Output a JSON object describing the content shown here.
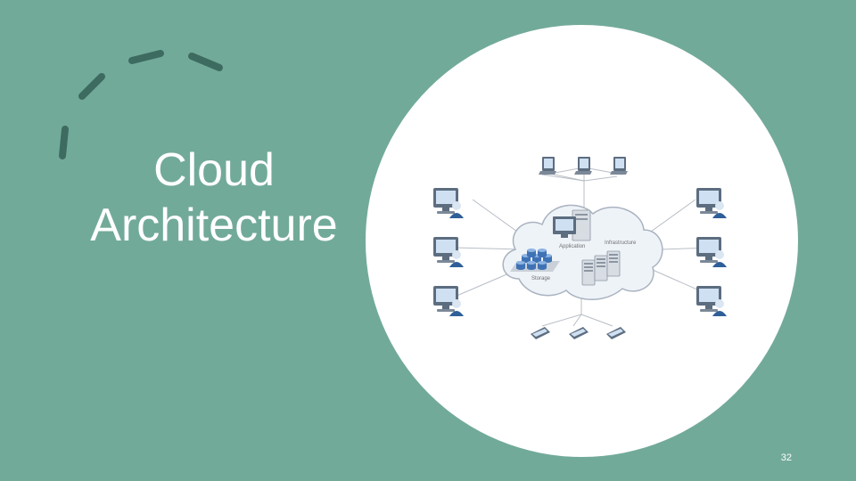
{
  "slide": {
    "title_line1": "Cloud",
    "title_line2": "Architecture",
    "page_number": "32"
  },
  "diagram": {
    "labels": {
      "application": "Application",
      "infrastructure": "Infrastructure",
      "storage": "Storage"
    },
    "icons": [
      "computer-icon",
      "laptop-icon",
      "mobile-device-icon",
      "server-icon",
      "database-icon",
      "cloud-icon"
    ]
  },
  "colors": {
    "background": "#72aa9a",
    "decor": "#3d6b5f",
    "circle": "#ffffff",
    "cloud_fill": "#eef3f8",
    "cloud_stroke": "#aab3c0"
  }
}
